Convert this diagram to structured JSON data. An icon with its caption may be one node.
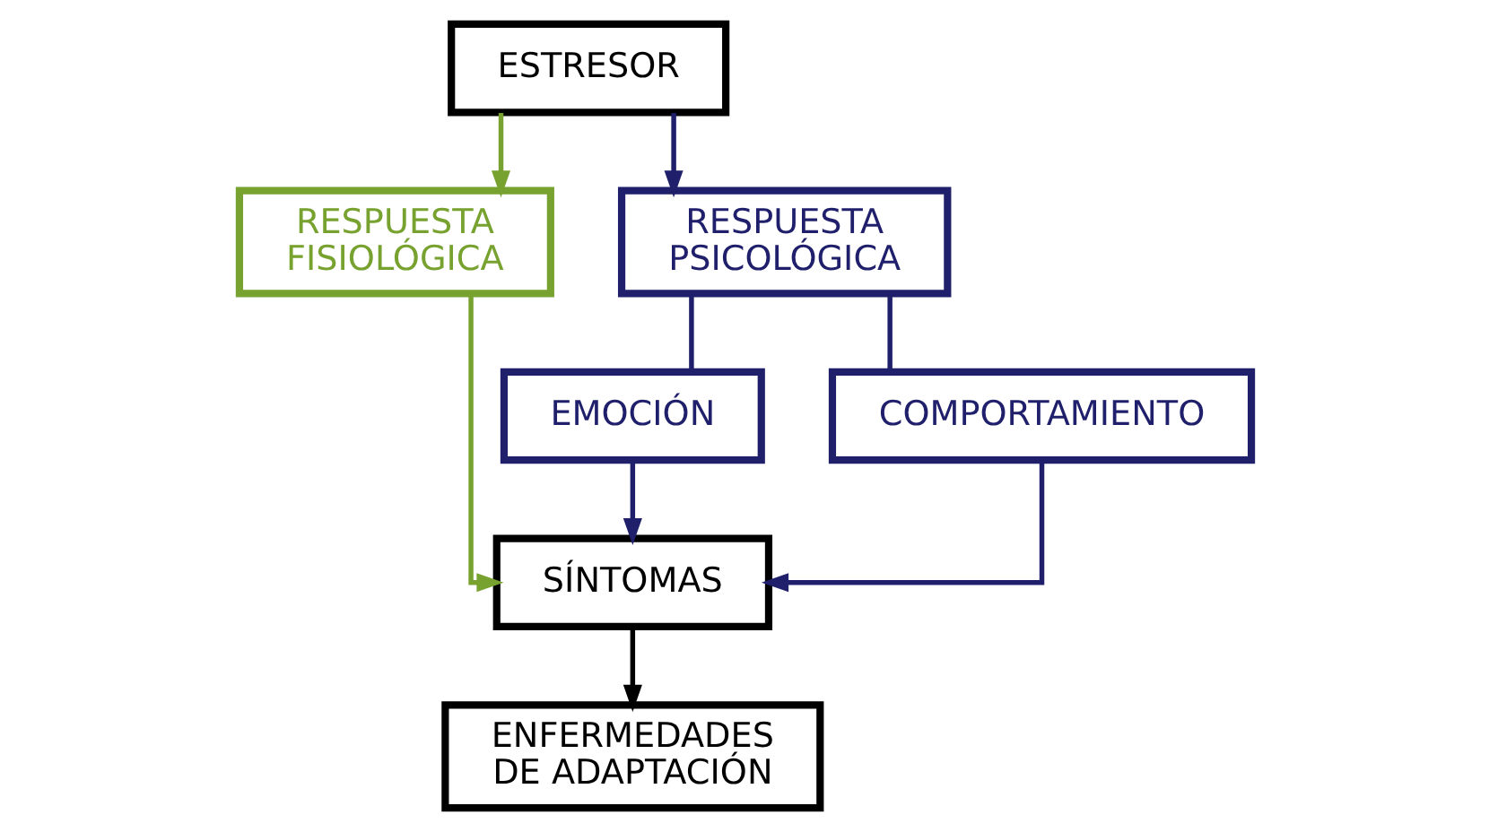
{
  "diagram": {
    "nodes": [
      {
        "text": [
          "ESTRESOR"
        ]
      },
      {
        "text": [
          "RESPUESTA FISIOLÓGICA"
        ]
      },
      {
        "text": [
          "RESPUESTA PSICOLÓGICA"
        ]
      },
      {
        "text": [
          "EMOCIÓN"
        ]
      },
      {
        "text": [
          "COMPORTAMIENTO"
        ]
      },
      {
        "text": [
          "SÍNTOMAS"
        ]
      },
      {
        "text": [
          "ENFERMEDADES DE ADAPTACIÓN"
        ]
      }
    ],
    "edges": [
      {
        "from": 0,
        "to": 1,
        "arrow": "to",
        "color": "#78a22f"
      },
      {
        "from": 0,
        "to": 2,
        "arrow": "to"
      },
      {
        "from": 2,
        "to": 3,
        "arrow": "none"
      },
      {
        "from": 2,
        "to": 4,
        "arrow": "none"
      },
      {
        "from": 3,
        "to": 5,
        "arrow": "to"
      },
      {
        "from": 4,
        "to": 5,
        "arrow": "to"
      },
      {
        "from": 1,
        "to": 5,
        "arrow": "to",
        "color": "#78a22f"
      },
      {
        "from": 5,
        "to": 6,
        "arrow": "to",
        "color": "#000000"
      }
    ]
  }
}
